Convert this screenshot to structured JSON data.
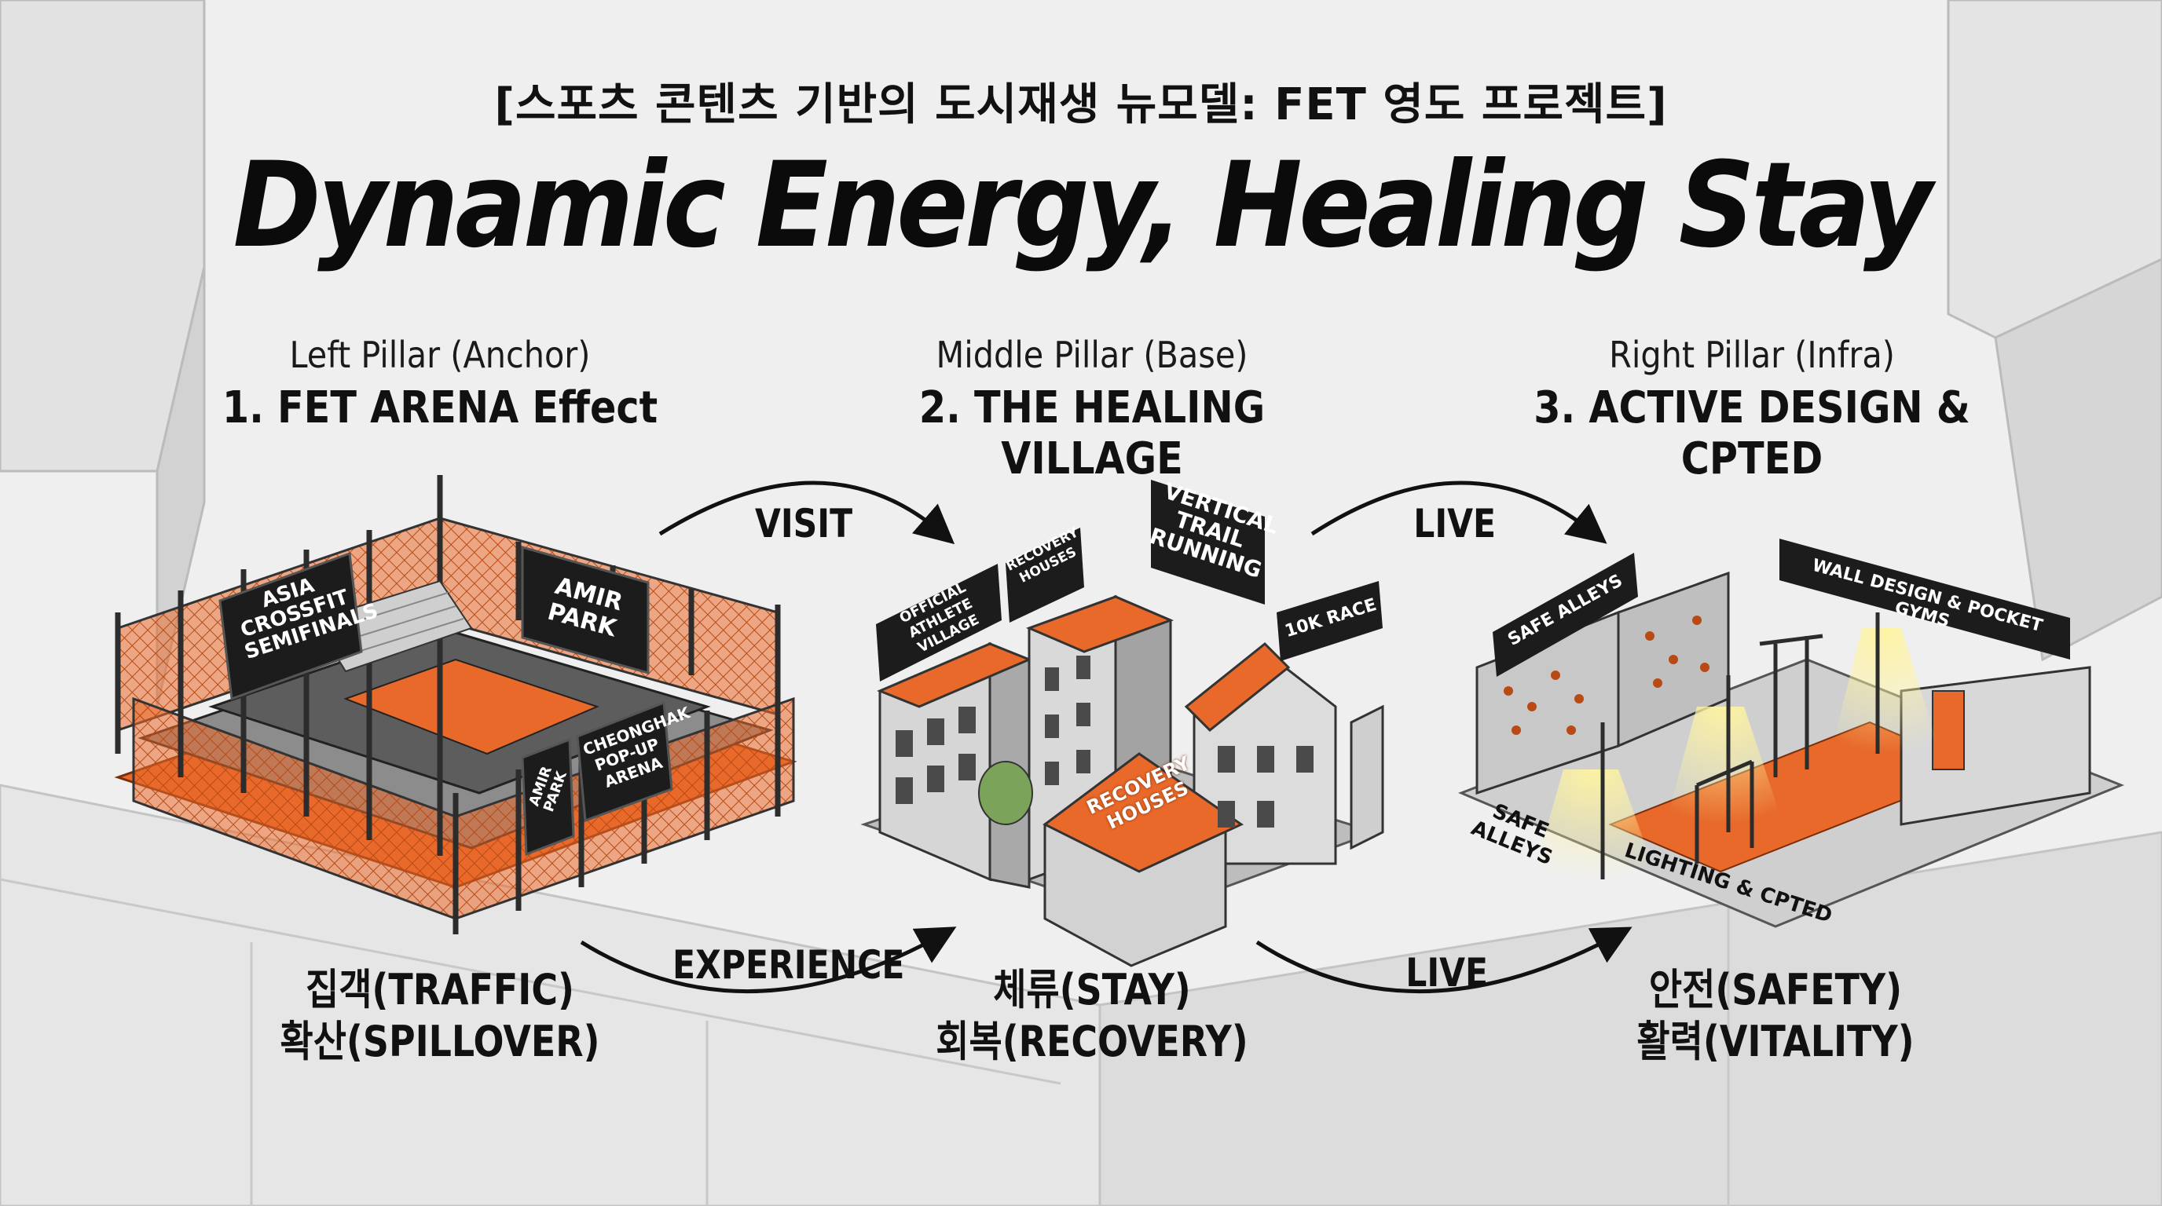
{
  "header": {
    "subtitle": "[스포츠 콘텐츠 기반의 도시재생 뉴모델: FET 영도 프로젝트]",
    "title": "Dynamic Energy, Healing Stay"
  },
  "pillars": [
    {
      "label": "Left Pillar (Anchor)",
      "name": "1. FET ARENA Effect",
      "effect_line1": "집객(TRAFFIC)",
      "effect_line2": "확산(SPILLOVER)"
    },
    {
      "label": "Middle Pillar (Base)",
      "name": "2. THE HEALING VILLAGE",
      "effect_line1": "체류(STAY)",
      "effect_line2": "회복(RECOVERY)"
    },
    {
      "label": "Right Pillar (Infra)",
      "name": "3. ACTIVE DESIGN & CPTED",
      "effect_line1": "안전(SAFETY)",
      "effect_line2": "활력(VITALITY)"
    }
  ],
  "flows": {
    "top_left": "VISIT",
    "bottom_left": "EXPERIENCE",
    "top_right": "LIVE",
    "bottom_right": "LIVE"
  },
  "arena_signs": {
    "sign1": [
      "ASIA",
      "CROSSFIT",
      "SEMIFINALS"
    ],
    "sign2": [
      "AMIR",
      "PARK"
    ],
    "sign3": [
      "CHEONGHAK",
      "POP-UP",
      "ARENA"
    ],
    "sign4": [
      "AMIR",
      "PARK"
    ]
  },
  "village_signs": {
    "athlete_village": [
      "OFFICIAL",
      "ATHLETE VILLAGE"
    ],
    "recovery_small": [
      "RECOVERY",
      "HOUSES"
    ],
    "trail": [
      "VERTICAL",
      "TRAIL",
      "RUNNING"
    ],
    "race": "10K RACE",
    "recovery_roof": [
      "RECOVERY",
      "HOUSES"
    ]
  },
  "infra_signs": {
    "safe_alleys_top": "SAFE ALLEYS",
    "wall_design": "WALL DESIGN & POCKET GYMS",
    "safe_alleys_ground": "SAFE ALLEYS",
    "lighting": "LIGHTING & CPTED"
  },
  "colors": {
    "accent": "#e8692a",
    "accent_dark": "#b84a15",
    "sign": "#1c1c1c",
    "concrete": "#cfcfcf"
  }
}
